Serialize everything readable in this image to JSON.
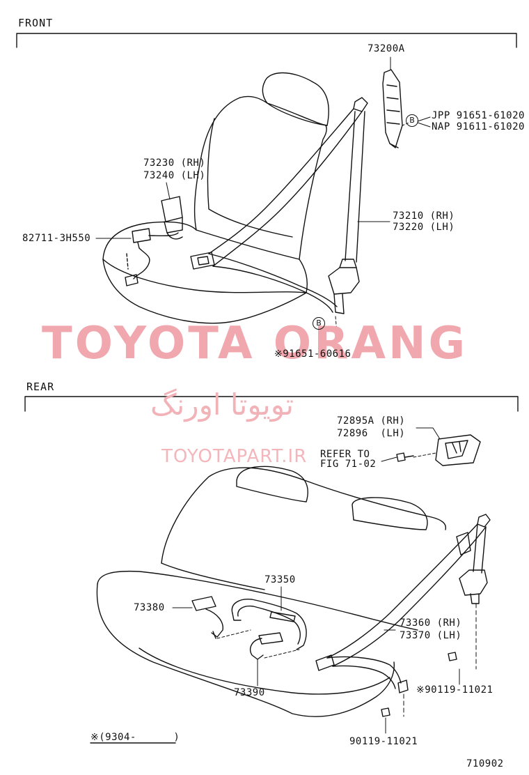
{
  "front": {
    "heading": "FRONT",
    "parts": {
      "p73200A": "73200A",
      "p73230": "73230 (RH)",
      "p73240": "73240 (LH)",
      "p82711": "82711-3H550",
      "p73210": "73210 (RH)",
      "p73220": "73220 (LH)",
      "jpp": "JPP 91651-61020",
      "nap": "NAP 91611-61020",
      "bolt": "※91651-60616"
    },
    "callout_symbol": "B"
  },
  "rear": {
    "heading": "REAR",
    "parts": {
      "p72895A": "72895A (RH)",
      "p72896": "72896  (LH)",
      "refer1": "REFER TO",
      "refer2": "FIG 71-02",
      "p73350": "73350",
      "p73380": "73380",
      "p73360": "73360 (RH)",
      "p73370": "73370 (LH)",
      "p73390": "73390",
      "nut1": "※90119-11021",
      "nut2": "90119-11021"
    }
  },
  "footnote": "※(9304-      )",
  "figure_number": "710902",
  "watermark": {
    "brand": "TOYOTA ORANG",
    "persian": "تویوتا اورنگ",
    "url": "TOYOTAPART.IR"
  }
}
